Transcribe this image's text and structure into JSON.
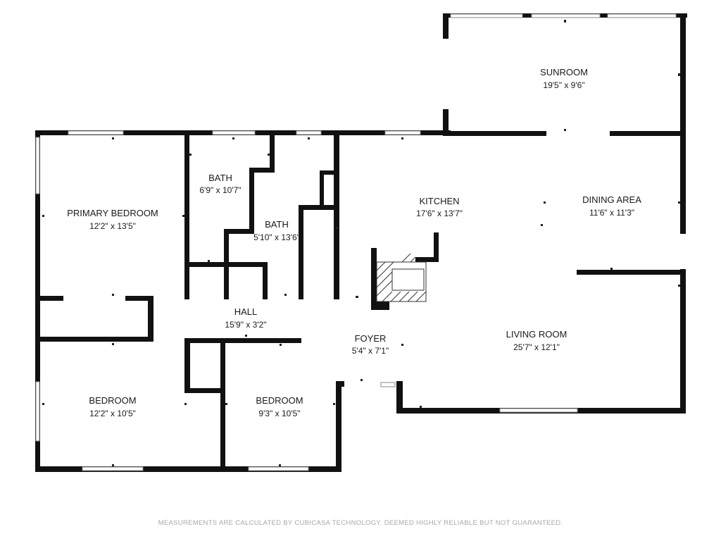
{
  "rooms": {
    "sunroom": {
      "name": "SUNROOM",
      "dims": "19'5\" x 9'6\""
    },
    "primary_bedroom": {
      "name": "PRIMARY BEDROOM",
      "dims": "12'2\" x 13'5\""
    },
    "bath_1": {
      "name": "BATH",
      "dims": "6'9\" x 10'7\""
    },
    "bath_2": {
      "name": "BATH",
      "dims": "5'10\" x 13'6\""
    },
    "kitchen": {
      "name": "KITCHEN",
      "dims": "17'6\" x 13'7\""
    },
    "dining_area": {
      "name": "DINING AREA",
      "dims": "11'6\" x 11'3\""
    },
    "hall": {
      "name": "HALL",
      "dims": "15'9\" x 3'2\""
    },
    "foyer": {
      "name": "FOYER",
      "dims": "5'4\" x 7'1\""
    },
    "living_room": {
      "name": "LIVING ROOM",
      "dims": "25'7\" x 12'1\""
    },
    "bedroom_1": {
      "name": "BEDROOM",
      "dims": "12'2\" x 10'5\""
    },
    "bedroom_2": {
      "name": "BEDROOM",
      "dims": "9'3\" x 10'5\""
    }
  },
  "footer": {
    "disclaimer": "MEASUREMENTS ARE CALCULATED BY CUBICASA TECHNOLOGY. DEEMED HIGHLY RELIABLE BUT NOT GUARANTEED."
  },
  "colors": {
    "wall": "#111111",
    "window": "#8a8a8a",
    "text": "#1a1a1a",
    "disclaimer": "#a8a8a8"
  }
}
